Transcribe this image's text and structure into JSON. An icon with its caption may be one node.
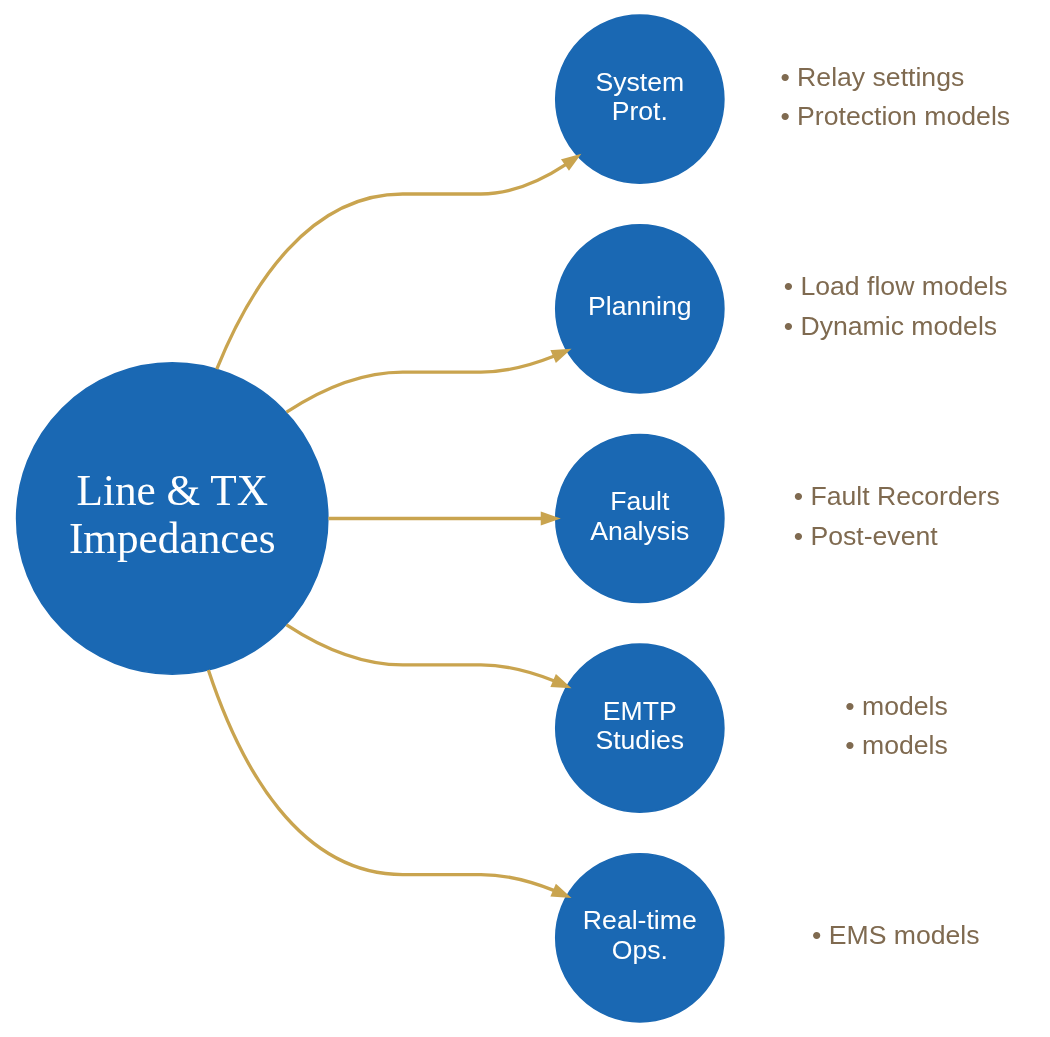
{
  "diagram": {
    "nodes": [
      {
        "text": [
          "Line & TX Impedances"
        ]
      },
      {
        "text": [
          "System Prot."
        ],
        "beside": [
          "• Relay settings",
          "• Protection models"
        ]
      },
      {
        "text": [
          "Planning"
        ],
        "beside": [
          "• Load flow models",
          "• Dynamic models"
        ]
      },
      {
        "text": [
          "Fault Analysis"
        ],
        "beside": [
          "• Fault Recorders",
          "• Post-event"
        ]
      },
      {
        "text": [
          "EMTP Studies"
        ],
        "beside": [
          "• models",
          "• models"
        ]
      },
      {
        "text": [
          "Real-time Ops."
        ],
        "beside": [
          "• EMS models"
        ]
      }
    ],
    "edges": [
      {
        "from": 0,
        "to": 1,
        "arrow": "to"
      },
      {
        "from": 0,
        "to": 2,
        "arrow": "to"
      },
      {
        "from": 0,
        "to": 3,
        "arrow": "to"
      },
      {
        "from": 0,
        "to": 4,
        "arrow": "to"
      },
      {
        "from": 0,
        "to": 5,
        "arrow": "to"
      }
    ]
  }
}
